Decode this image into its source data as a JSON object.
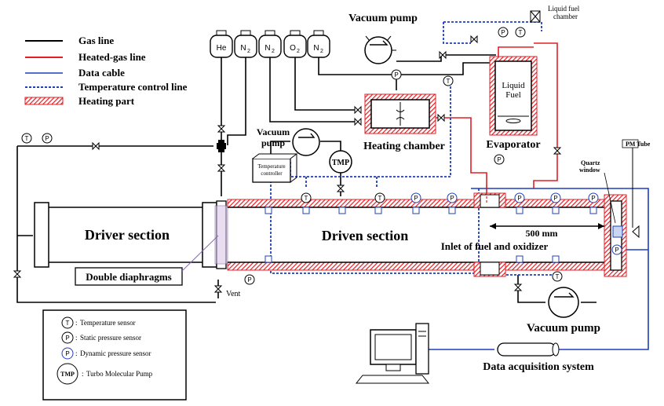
{
  "legend": {
    "gas_line": "Gas line",
    "heated_gas_line": "Heated-gas line",
    "data_cable": "Data cable",
    "temperature_control_line": "Temperature control line",
    "heating_part": "Heating part"
  },
  "sensor_legend": {
    "temperature": "Temperature sensor",
    "static_pressure": "Static pressure sensor",
    "dynamic_pressure": "Dynamic pressure sensor",
    "turbo_pump": "Turbo Molecular Pump",
    "symbol_t": "T",
    "symbol_p": "P",
    "symbol_tmp": "TMP",
    "colon": ":"
  },
  "gases": [
    {
      "main": "He",
      "sub": ""
    },
    {
      "main": "N",
      "sub": "2"
    },
    {
      "main": "N",
      "sub": "2"
    },
    {
      "main": "O",
      "sub": "2"
    },
    {
      "main": "N",
      "sub": "2"
    }
  ],
  "labels": {
    "vacuum_pump_top": "Vacuum pump",
    "vacuum_pump_mid_1": "Vacuum",
    "vacuum_pump_mid_2": "pump",
    "vacuum_pump_bottom": "Vacuum pump",
    "liquid_fuel_chamber_1": "Liquid fuel",
    "liquid_fuel_chamber_2": "chamber",
    "liquid_fuel_1": "Liquid",
    "liquid_fuel_2": "Fuel",
    "heating_chamber": "Heating chamber",
    "evaporator": "Evaporator",
    "pm_tube": "PM Tube",
    "quartz_1": "Quartz",
    "quartz_2": "window",
    "temp_controller_1": "Temperature",
    "temp_controller_2": "controller",
    "tmp": "TMP",
    "driver_section": "Driver section",
    "driven_section": "Driven section",
    "distance": "500 mm",
    "inlet": "Inlet of fuel and oxidizer",
    "double_diaphragms": "Double diaphragms",
    "vent": "Vent",
    "daq": "Data acquisition system"
  },
  "colors": {
    "gas": "#000000",
    "heated": "#e31e24",
    "data": "#1f3fbf",
    "heating_hatch": "#e31e24"
  }
}
